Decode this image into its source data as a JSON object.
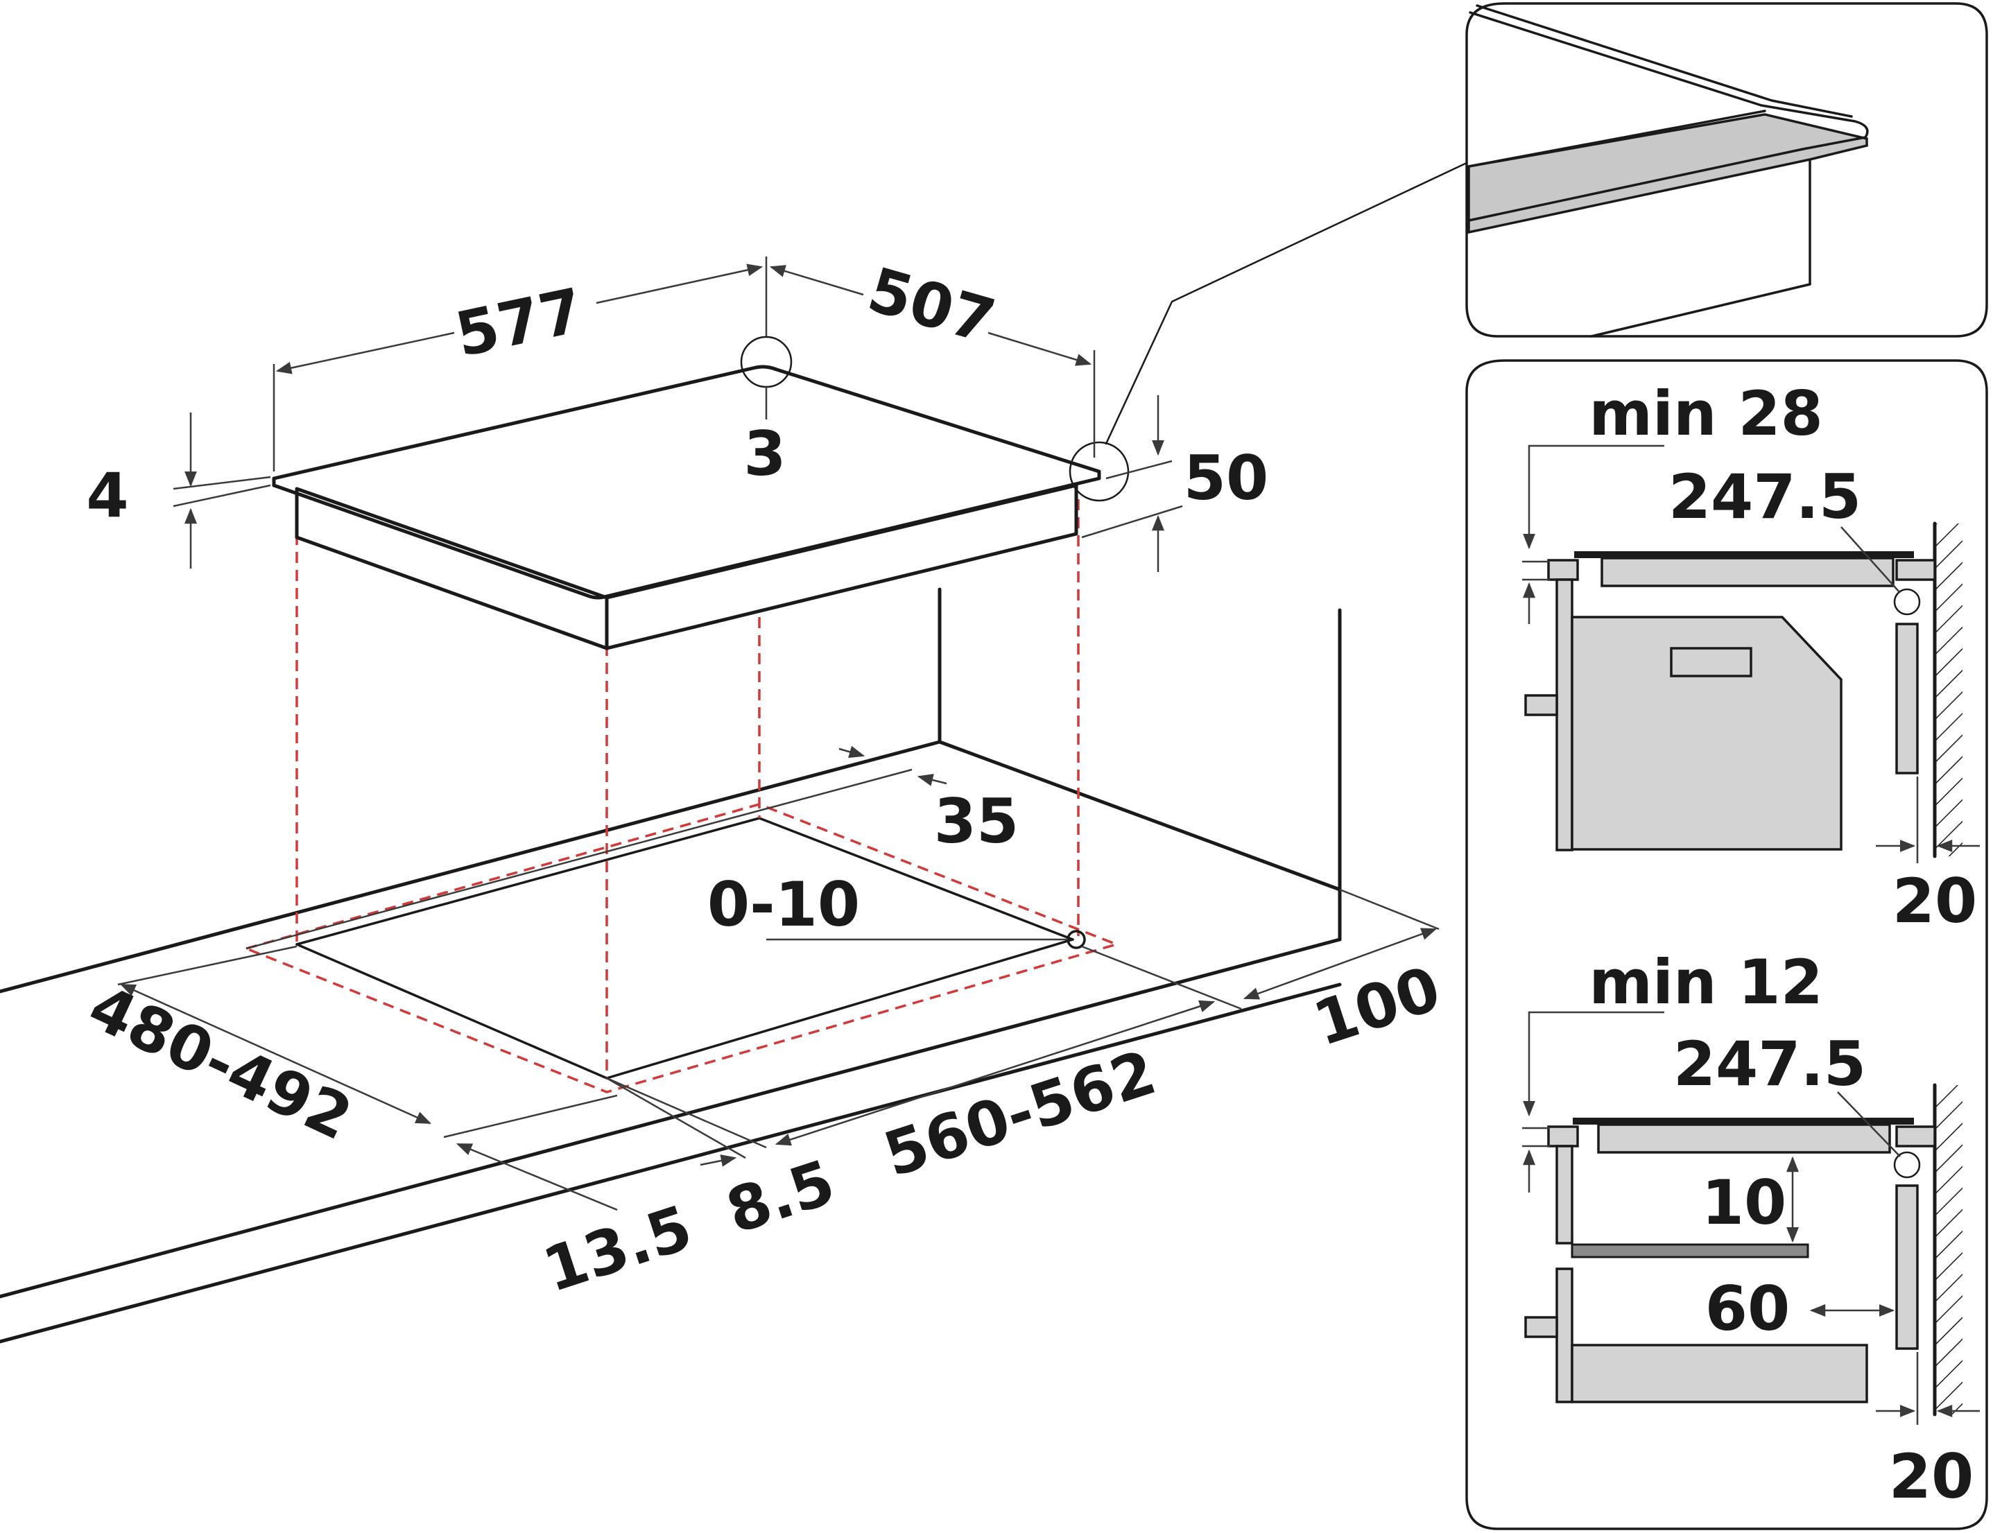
{
  "diagram": {
    "main": {
      "dim_width_top": "577",
      "dim_depth_top": "507",
      "dim_corner_radius": "3",
      "dim_glass_thickness": "4",
      "dim_height": "50",
      "dim_cutout_offset": "35",
      "dim_cable_range": "0-10",
      "dim_cutout_depth": "480-492",
      "dim_cutout_width": "560-562",
      "dim_wall_distance": "100",
      "dim_offset_a": "13.5",
      "dim_offset_b": "8.5"
    },
    "detail_top": {},
    "detail_oven_1": {
      "min_label": "min 28",
      "value": "247.5",
      "side_gap": "20"
    },
    "detail_oven_2": {
      "min_label": "min 12",
      "value": "247.5",
      "gap_vertical": "10",
      "gap_horizontal": "60",
      "side_gap": "20"
    }
  }
}
